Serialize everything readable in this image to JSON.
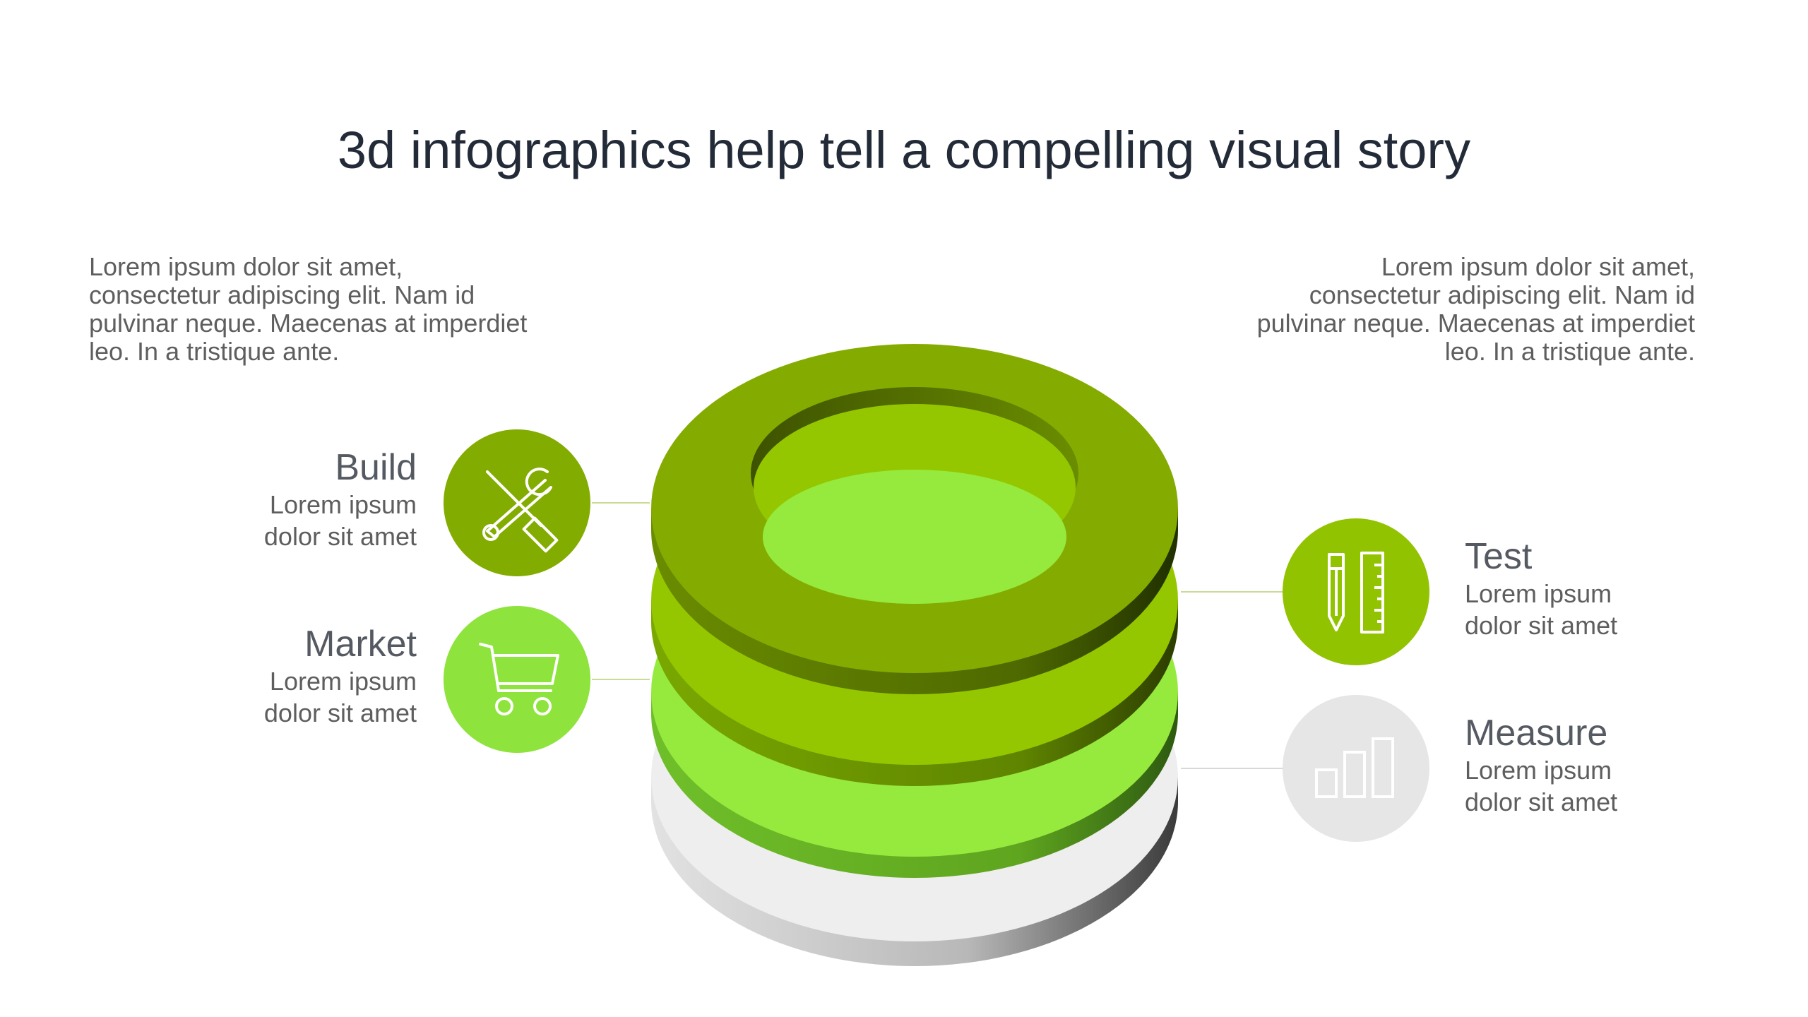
{
  "title": "3d infographics help tell a compelling visual story",
  "paragraphs": {
    "left": "Lorem ipsum dolor sit amet, consectetur adipiscing elit. Nam id pulvinar neque. Maecenas at imperdiet leo. In a tristique ante.",
    "right": "Lorem ipsum dolor sit amet, consectetur adipiscing elit. Nam id pulvinar neque. Maecenas at imperdiet leo. In a tristique ante."
  },
  "items": [
    {
      "label": "Build",
      "desc1": "Lorem ipsum",
      "desc2": "dolor sit amet",
      "icon": "tools-icon",
      "color": "#83ac00"
    },
    {
      "label": "Market",
      "desc1": "Lorem ipsum",
      "desc2": "dolor sit amet",
      "icon": "shopping-cart-icon",
      "color": "#8ee33c"
    },
    {
      "label": "Test",
      "desc1": "Lorem ipsum",
      "desc2": "dolor sit amet",
      "icon": "pencil-ruler-icon",
      "color": "#92c300"
    },
    {
      "label": "Measure",
      "desc1": "Lorem ipsum",
      "desc2": "dolor sit amet",
      "icon": "bar-chart-icon",
      "color": "#e6e6e6"
    }
  ],
  "colors": {
    "ring_top": "#84ac00",
    "ring_second": "#94c700",
    "ring_third": "#96ea3d",
    "ring_base": "#efefef",
    "connector": "#c9dc95"
  }
}
